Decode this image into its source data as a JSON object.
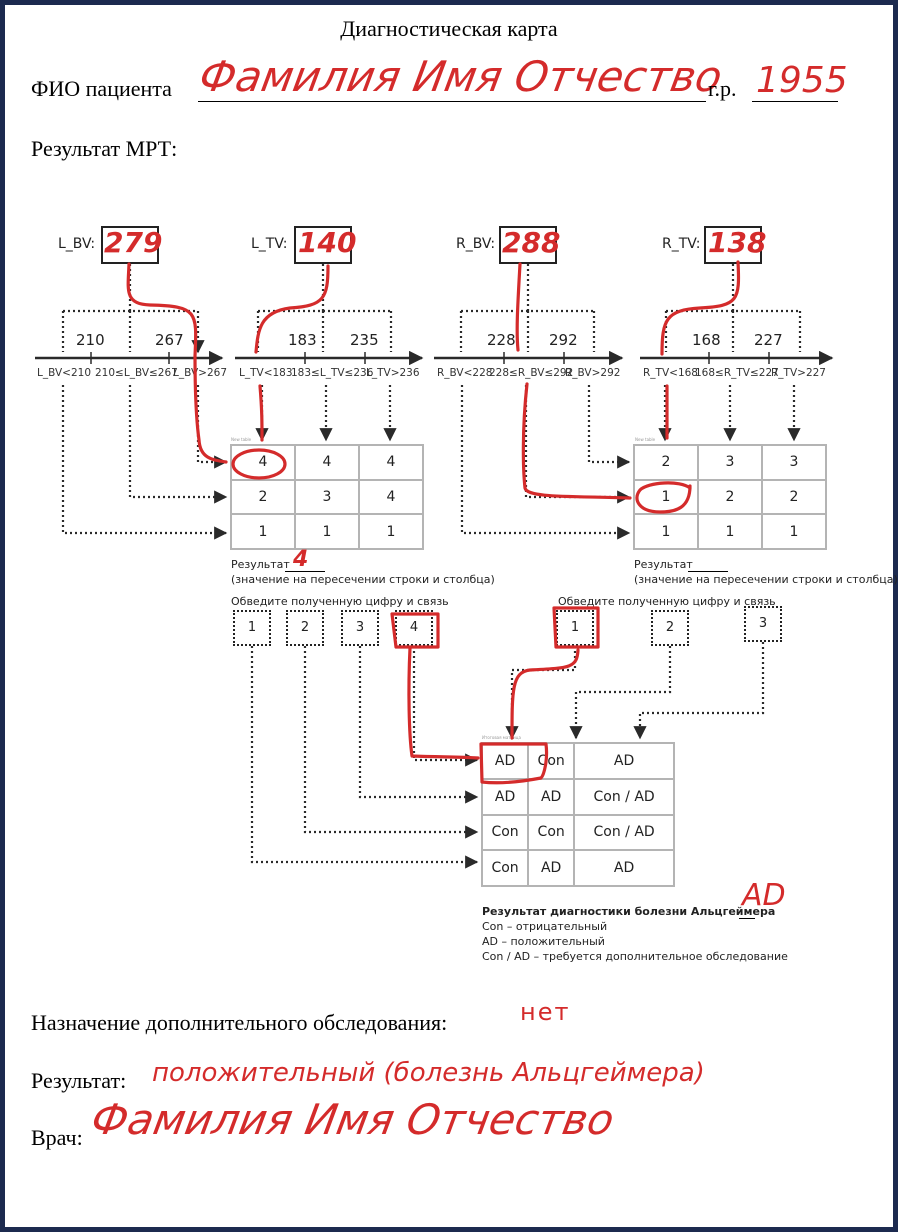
{
  "document": {
    "title": "Диагностическая карта",
    "patient_label": "ФИО пациента",
    "patient_name": "Фамилия Имя Отчество",
    "birth_year_label": "г.р.",
    "birth_year": "1955",
    "mri_label": "Результат МРТ:"
  },
  "measurements": [
    {
      "label": "L_BV:",
      "value": "279",
      "thresholds": [
        "210",
        "267"
      ],
      "ranges": [
        "L_BV<210",
        "210≤L_BV≤267",
        "L_BV>267"
      ],
      "selected_range": 2
    },
    {
      "label": "L_TV:",
      "value": "140",
      "thresholds": [
        "183",
        "235"
      ],
      "ranges": [
        "L_TV<183",
        "183≤L_TV≤236",
        "L_TV>236"
      ],
      "selected_range": 0
    },
    {
      "label": "R_BV:",
      "value": "288",
      "thresholds": [
        "228",
        "292"
      ],
      "ranges": [
        "R_BV<228",
        "228≤R_BV≤292",
        "R_BV>292"
      ],
      "selected_range": 1
    },
    {
      "label": "R_TV:",
      "value": "138",
      "thresholds": [
        "168",
        "227"
      ],
      "ranges": [
        "R_TV<168",
        "168≤R_TV≤227",
        "R_TV>227"
      ],
      "selected_range": 0
    }
  ],
  "left_table": {
    "caption": "New table",
    "rows": [
      [
        "4",
        "4",
        "4"
      ],
      [
        "2",
        "3",
        "4"
      ],
      [
        "1",
        "1",
        "1"
      ]
    ],
    "result_label": "Результат",
    "result_value": "4",
    "result_hint": "(значение на пересечении строки и столбца)",
    "circle_prompt": "Обведите полученную цифру и связь",
    "choices": [
      "1",
      "2",
      "3",
      "4"
    ],
    "selected_choice": "4"
  },
  "right_table": {
    "caption": "New table",
    "rows": [
      [
        "2",
        "3",
        "3"
      ],
      [
        "1",
        "2",
        "2"
      ],
      [
        "1",
        "1",
        "1"
      ]
    ],
    "result_label": "Результат",
    "result_value": "",
    "result_hint": "(значение на пересечении строки и столбца)",
    "circle_prompt": "Обведите полученную цифру и связь",
    "choices": [
      "1",
      "2",
      "3"
    ],
    "selected_choice": "1"
  },
  "final_table": {
    "caption": "Итоговая матрица",
    "rows": [
      [
        "AD",
        "Con",
        "AD"
      ],
      [
        "AD",
        "AD",
        "Con / AD"
      ],
      [
        "Con",
        "Con",
        "Con / AD"
      ],
      [
        "Con",
        "AD",
        "AD"
      ]
    ],
    "result_label": "Результат диагностики болезни Альцгеймера",
    "result_value": "AD",
    "legend": [
      "Con – отрицательный",
      "AD – положительный",
      "Con / AD – требуется дополнительное обследование"
    ]
  },
  "footer": {
    "extra_exam_label": "Назначение дополнительного обследования:",
    "extra_exam_value": "нет",
    "result_label": "Результат:",
    "result_value": "положительный (болезнь Альцгеймера)",
    "doctor_label": "Врач:",
    "doctor_value": "Фамилия Имя Отчество"
  },
  "colors": {
    "frame": "#1c2a4f",
    "handwriting": "#d42b2b",
    "grid_line": "#b4b4b4",
    "ink": "#222222"
  }
}
